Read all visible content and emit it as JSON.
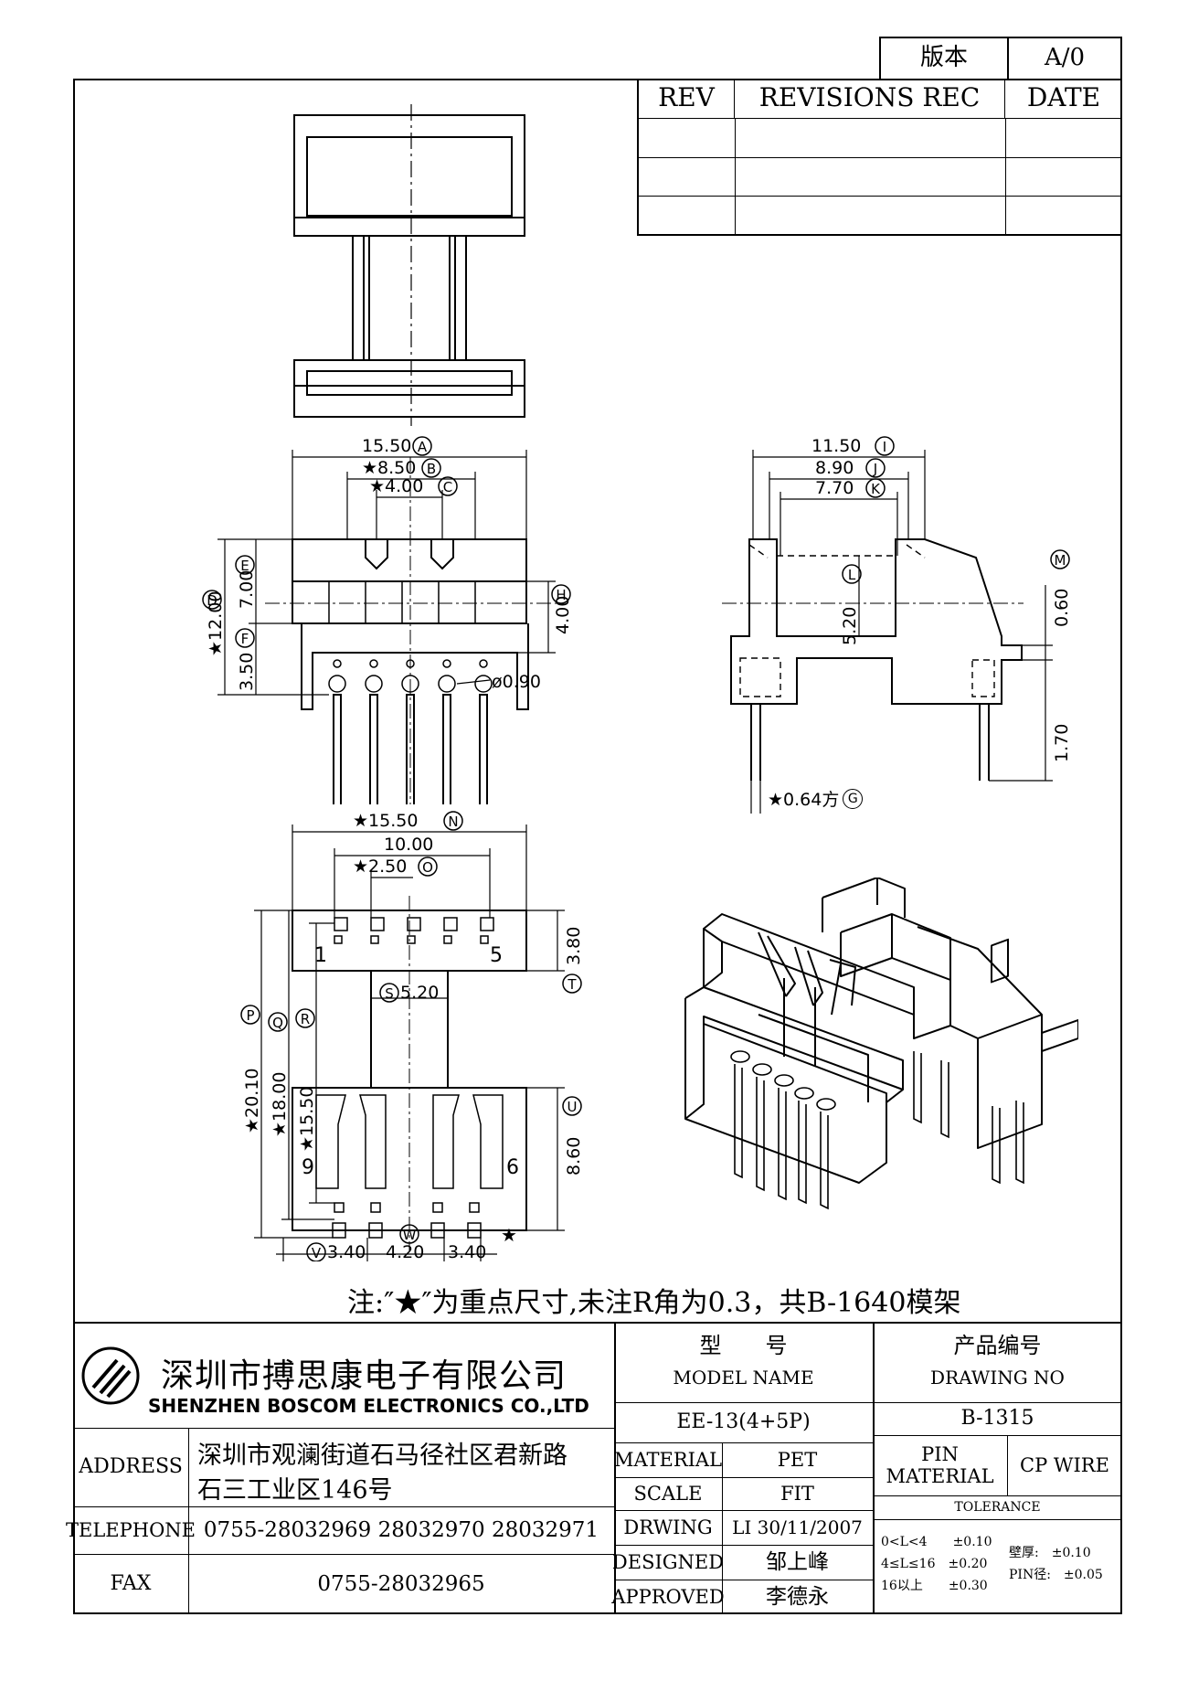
{
  "version_box": {
    "label": "版本",
    "value": "A/0"
  },
  "revisions": {
    "headers": [
      "REV",
      "REVISIONS REC",
      "DATE"
    ],
    "rows": [
      [
        "",
        "",
        ""
      ],
      [
        "",
        "",
        ""
      ],
      [
        "",
        "",
        ""
      ]
    ]
  },
  "front_view": {
    "dims": {
      "A": "15.50",
      "A_ref": "A",
      "B": "★8.50",
      "B_ref": "B",
      "C": "★4.00",
      "C_ref": "C",
      "D": "★12.00",
      "D_ref": "D",
      "E": "7.00",
      "E_ref": "E",
      "F": "3.50",
      "F_ref": "F",
      "H": "4.00",
      "H_ref": "H",
      "pin_dia": "ø0.90"
    }
  },
  "side_view": {
    "dims": {
      "I": "11.50",
      "I_ref": "I",
      "J": "8.90",
      "J_ref": "J",
      "K": "7.70",
      "K_ref": "K",
      "L": "5.20",
      "L_ref": "L",
      "M": "0.60",
      "M_ref": "M",
      "pin_h": "1.70",
      "G": "★0.64方",
      "G_ref": "G"
    }
  },
  "bottom_view": {
    "dims": {
      "N": "★15.50",
      "N_ref": "N",
      "pitch_total": "10.00",
      "O": "★2.50",
      "O_ref": "O",
      "T": "3.80",
      "T_ref": "T",
      "S": "5.20",
      "S_ref": "S",
      "P": "★20.10",
      "P_ref": "P",
      "Q": "★18.00",
      "Q_ref": "Q",
      "R": "★15.50",
      "R_ref": "R",
      "U": "8.60",
      "U_ref": "U",
      "V": "3.40",
      "V_ref": "V",
      "W": "4.20",
      "W_ref": "W",
      "v3": "3.40",
      "star": "★"
    },
    "pins": {
      "p1": "1",
      "p5": "5",
      "p9": "9",
      "p6": "6"
    }
  },
  "note": "注:″★″为重点尺寸,未注R角为0.3，共B-1640模架",
  "title_block": {
    "company_cn": "深圳市搏思康电子有限公司",
    "company_en": "SHENZHEN BOSCOM ELECTRONICS CO.,LTD",
    "model_label_cn": "型　　号",
    "model_label_en": "MODEL NAME",
    "model_value": "EE-13(4+5P)",
    "drawing_label_cn": "产品编号",
    "drawing_label_en": "DRAWING NO",
    "drawing_value": "B-1315",
    "address_label": "ADDRESS",
    "address_line1": "深圳市观澜街道石马径社区君新路",
    "address_line2": "石三工业区146号",
    "telephone_label": "TELEPHONE",
    "telephone_value": "0755-28032969 28032970 28032971",
    "fax_label": "FAX",
    "fax_value": "0755-28032965",
    "material_label": "MATERIAL",
    "material_value": "PET",
    "scale_label": "SCALE",
    "scale_value": "FIT",
    "drwing_label": "DRWING",
    "drwing_value": "LI 30/11/2007",
    "designed_label": "DESIGNED",
    "designed_value": "邹上峰",
    "approved_label": "APPROVED",
    "approved_value": "李德永",
    "pin_material_label": "PIN MATERIAL",
    "pin_material_value": "CP WIRE",
    "tolerance_label": "TOLERANCE",
    "tol_1": "0<L<4　　±0.10",
    "tol_2": "4≤L≤16　±0.20",
    "tol_3": "16以上　　±0.30",
    "tol_wall": "壁厚:　±0.10",
    "tol_pin": "PIN径:　±0.05"
  }
}
